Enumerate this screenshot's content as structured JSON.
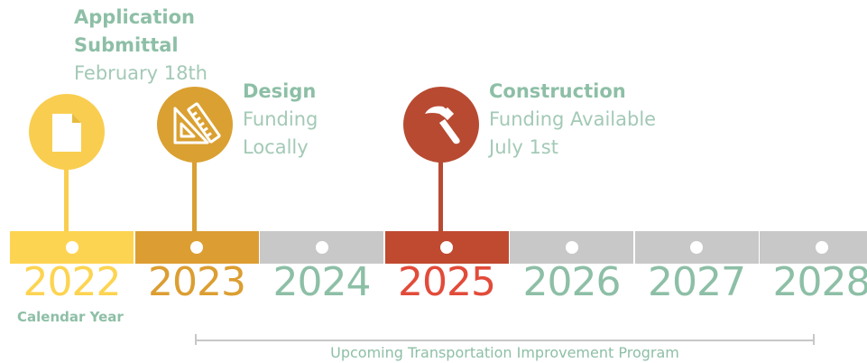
{
  "milestones": {
    "application": {
      "title": "Application Submittal",
      "title_line1": "Application",
      "title_line2": "Submittal",
      "sub1": "February 18th",
      "icon": "document-icon",
      "color": "#f9cd4f"
    },
    "design": {
      "title": "Design",
      "sub1": "Funding",
      "sub2": "Locally",
      "icon": "ruler-triangle-icon",
      "color": "#daa031"
    },
    "construction": {
      "title": "Construction",
      "sub1": "Funding Available",
      "sub2": "July 1st",
      "icon": "hammer-icon",
      "color": "#b84a32"
    }
  },
  "years": [
    {
      "label": "2022",
      "bar_color": "#fdd451",
      "text_color": "#fdd451"
    },
    {
      "label": "2023",
      "bar_color": "#dc9e32",
      "text_color": "#dc9e32"
    },
    {
      "label": "2024",
      "bar_color": "#c8c8c8",
      "text_color": "#8dbfa6"
    },
    {
      "label": "2025",
      "bar_color": "#c04a30",
      "text_color": "#e24b3a"
    },
    {
      "label": "2026",
      "bar_color": "#c8c8c8",
      "text_color": "#8dbfa6"
    },
    {
      "label": "2027",
      "bar_color": "#c8c8c8",
      "text_color": "#8dbfa6"
    },
    {
      "label": "2028",
      "bar_color": "#c8c8c8",
      "text_color": "#8dbfa6"
    }
  ],
  "axis_label": "Calendar Year",
  "program_label": "Upcoming Transportation Improvement Program"
}
